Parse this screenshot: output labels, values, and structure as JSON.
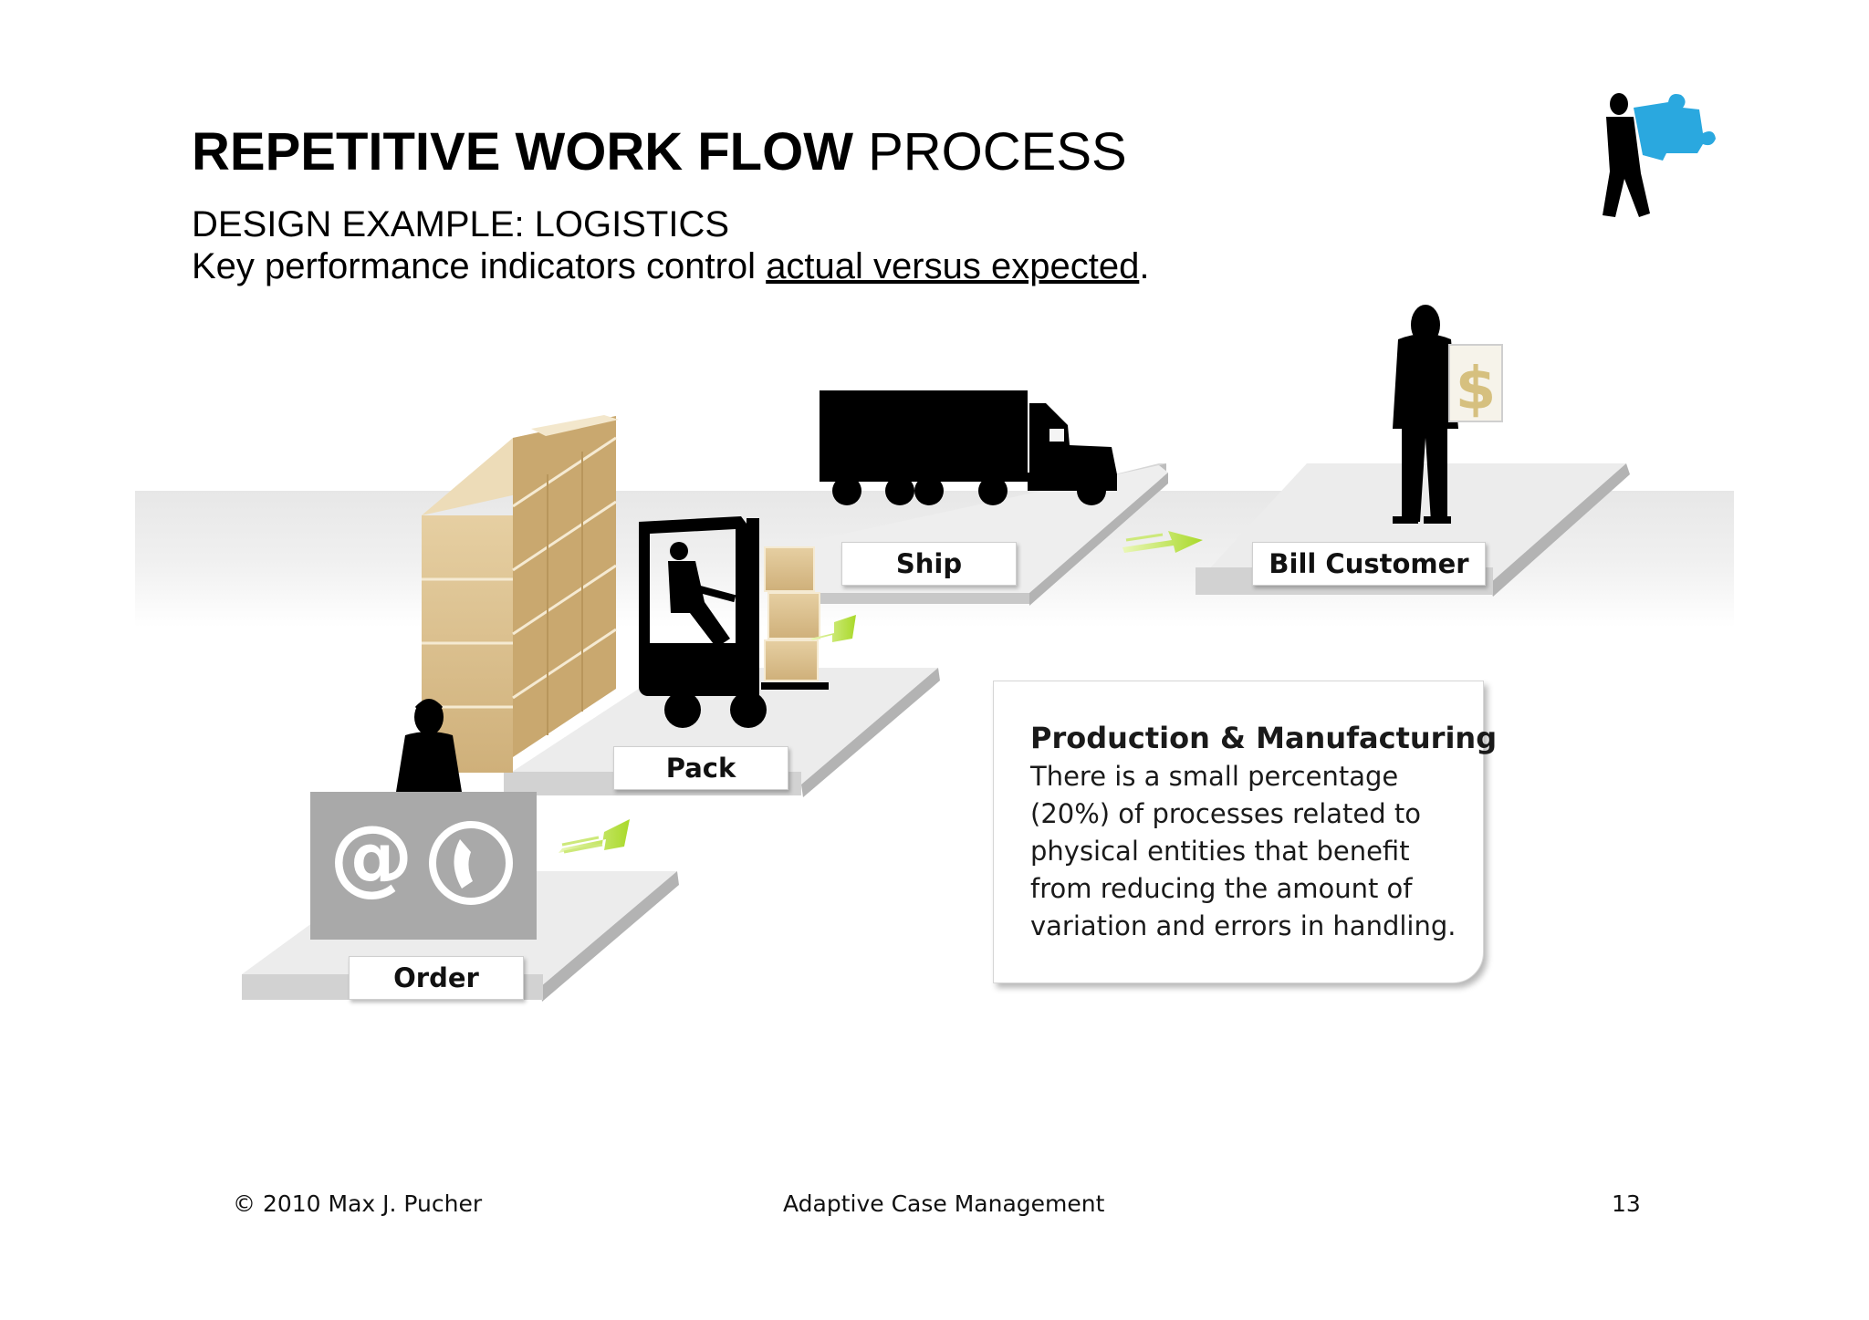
{
  "slide": {
    "title_bold": "REPETITIVE WORK FLOW",
    "title_rest": "PROCESS",
    "subtitle": "DESIGN EXAMPLE: LOGISTICS",
    "kpi_prefix": "Key performance indicators control ",
    "kpi_underlined": "actual versus expected",
    "kpi_suffix": "."
  },
  "steps": [
    {
      "label": "Order"
    },
    {
      "label": "Pack"
    },
    {
      "label": "Ship"
    },
    {
      "label": "Bill Customer"
    }
  ],
  "icons": {
    "email": "@",
    "dollar": "$"
  },
  "infobox": {
    "heading": "Production & Manufacturing",
    "body": "There is a small percentage (20%) of processes related to physical entities that benefit from reducing the amount of variation and errors in handling."
  },
  "footer": {
    "copyright": "© 2010 Max J. Pucher",
    "center": "Adaptive Case Management",
    "page": "13"
  },
  "colors": {
    "arrow_green": "#b5e23a",
    "puzzle_blue": "#2aa8df",
    "box_tan": "#d9bf8c",
    "platform_gray": "#e4e4e4"
  }
}
